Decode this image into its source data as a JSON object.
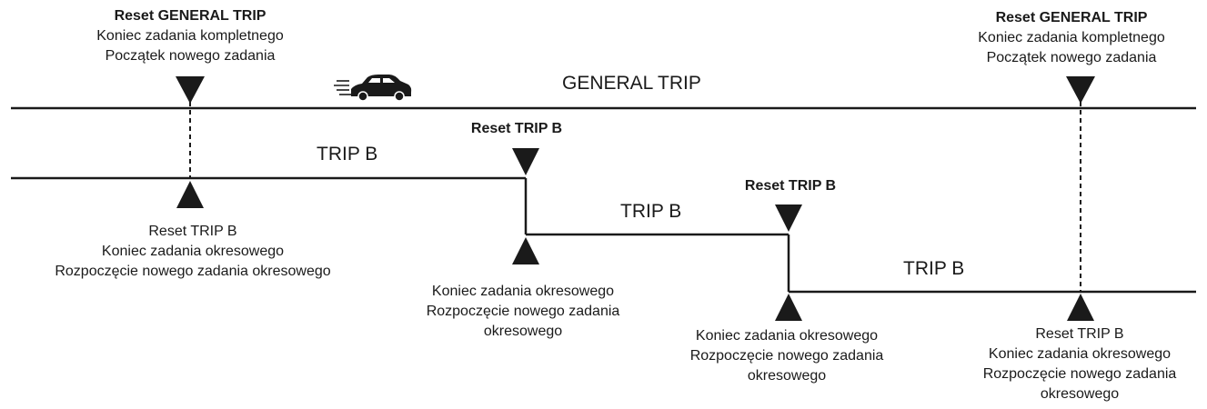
{
  "labels": {
    "general_trip_line": "GENERAL TRIP",
    "trip_b_1": "TRIP B",
    "trip_b_2": "TRIP B",
    "trip_b_3": "TRIP B",
    "reset_general_left": {
      "reset": "Reset ",
      "name": "GENERAL TRIP",
      "line2": "Koniec zadania kompletnego",
      "line3": "Początek nowego zadania"
    },
    "reset_general_right": {
      "reset": "Reset ",
      "name": "GENERAL TRIP",
      "line2": "Koniec zadania kompletnego",
      "line3": "Początek nowego zadania"
    },
    "reset_trip_b_top_1": "Reset TRIP B",
    "reset_trip_b_top_2": "Reset TRIP B",
    "bottom_1": {
      "line1": "Reset TRIP B",
      "line2": "Koniec zadania okresowego",
      "line3": "Rozpoczęcie nowego zadania okresowego"
    },
    "bottom_2": {
      "line1": "Koniec zadania okresowego",
      "line2": "Rozpoczęcie nowego zadania",
      "line3": "okresowego"
    },
    "bottom_3": {
      "line1": "Koniec zadania okresowego",
      "line2": "Rozpoczęcie nowego zadania",
      "line3": "okresowego"
    },
    "bottom_4": {
      "line1": "Reset TRIP B",
      "line2": "Koniec zadania okresowego",
      "line3": "Rozpoczęcie nowego zadania",
      "line4": "okresowego"
    }
  },
  "icons": {
    "car": "car-icon",
    "marker_down": "triangle-down-icon",
    "marker_up": "triangle-up-icon"
  },
  "colors": {
    "ink": "#1a1a1a",
    "background": "#ffffff"
  }
}
